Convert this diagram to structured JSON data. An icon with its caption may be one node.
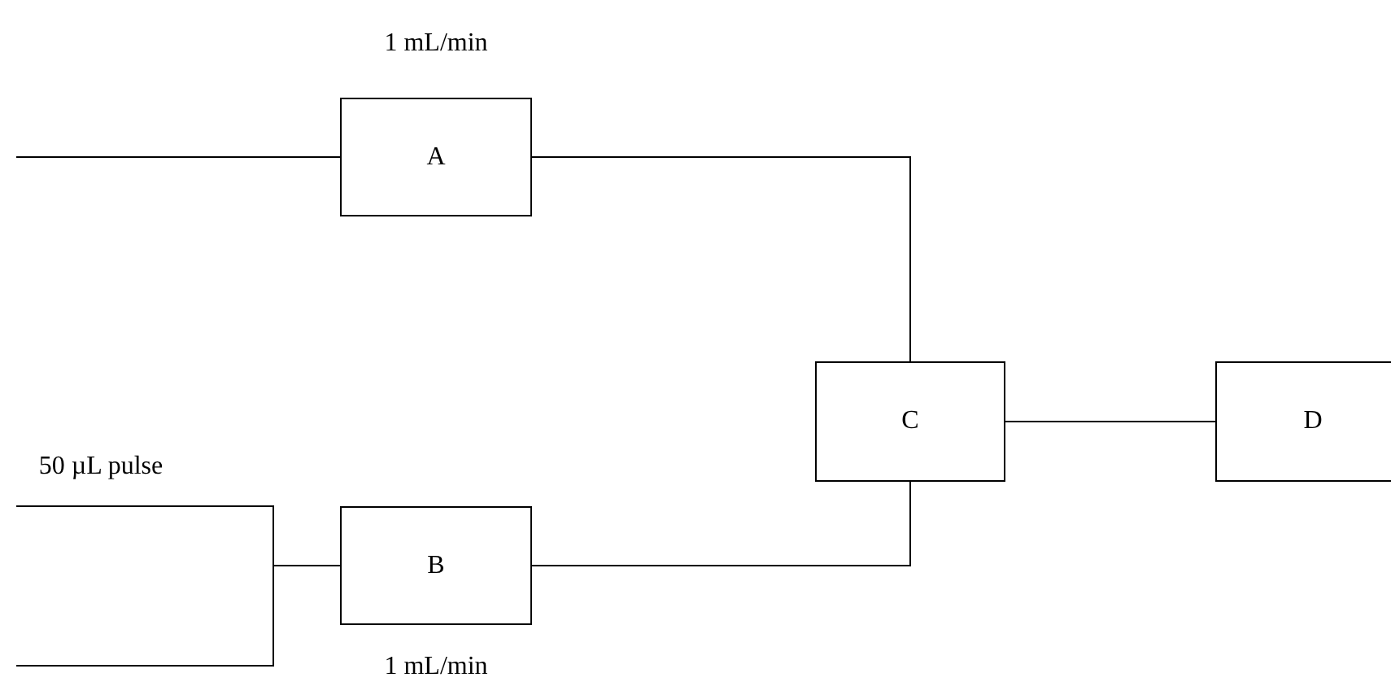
{
  "diagram": {
    "nodes": [
      {
        "text": [
          "A"
        ],
        "beside": [
          "1 mL/min"
        ]
      },
      {
        "text": [
          "B"
        ],
        "beside": [
          "1 mL/min"
        ]
      },
      {
        "text": [
          "C"
        ]
      },
      {
        "text": [
          "D"
        ]
      }
    ],
    "edges": [
      {
        "from": null,
        "to": 0,
        "arrow": "none"
      },
      {
        "from": null,
        "to": 1,
        "arrow": "none"
      },
      {
        "from": null,
        "to": 1,
        "arrow": "none"
      },
      {
        "from": 0,
        "to": 2,
        "arrow": "none"
      },
      {
        "from": 1,
        "to": 2,
        "arrow": "none"
      },
      {
        "from": 2,
        "to": 3,
        "arrow": "none"
      }
    ],
    "labels": [
      "50 µL pulse"
    ]
  }
}
